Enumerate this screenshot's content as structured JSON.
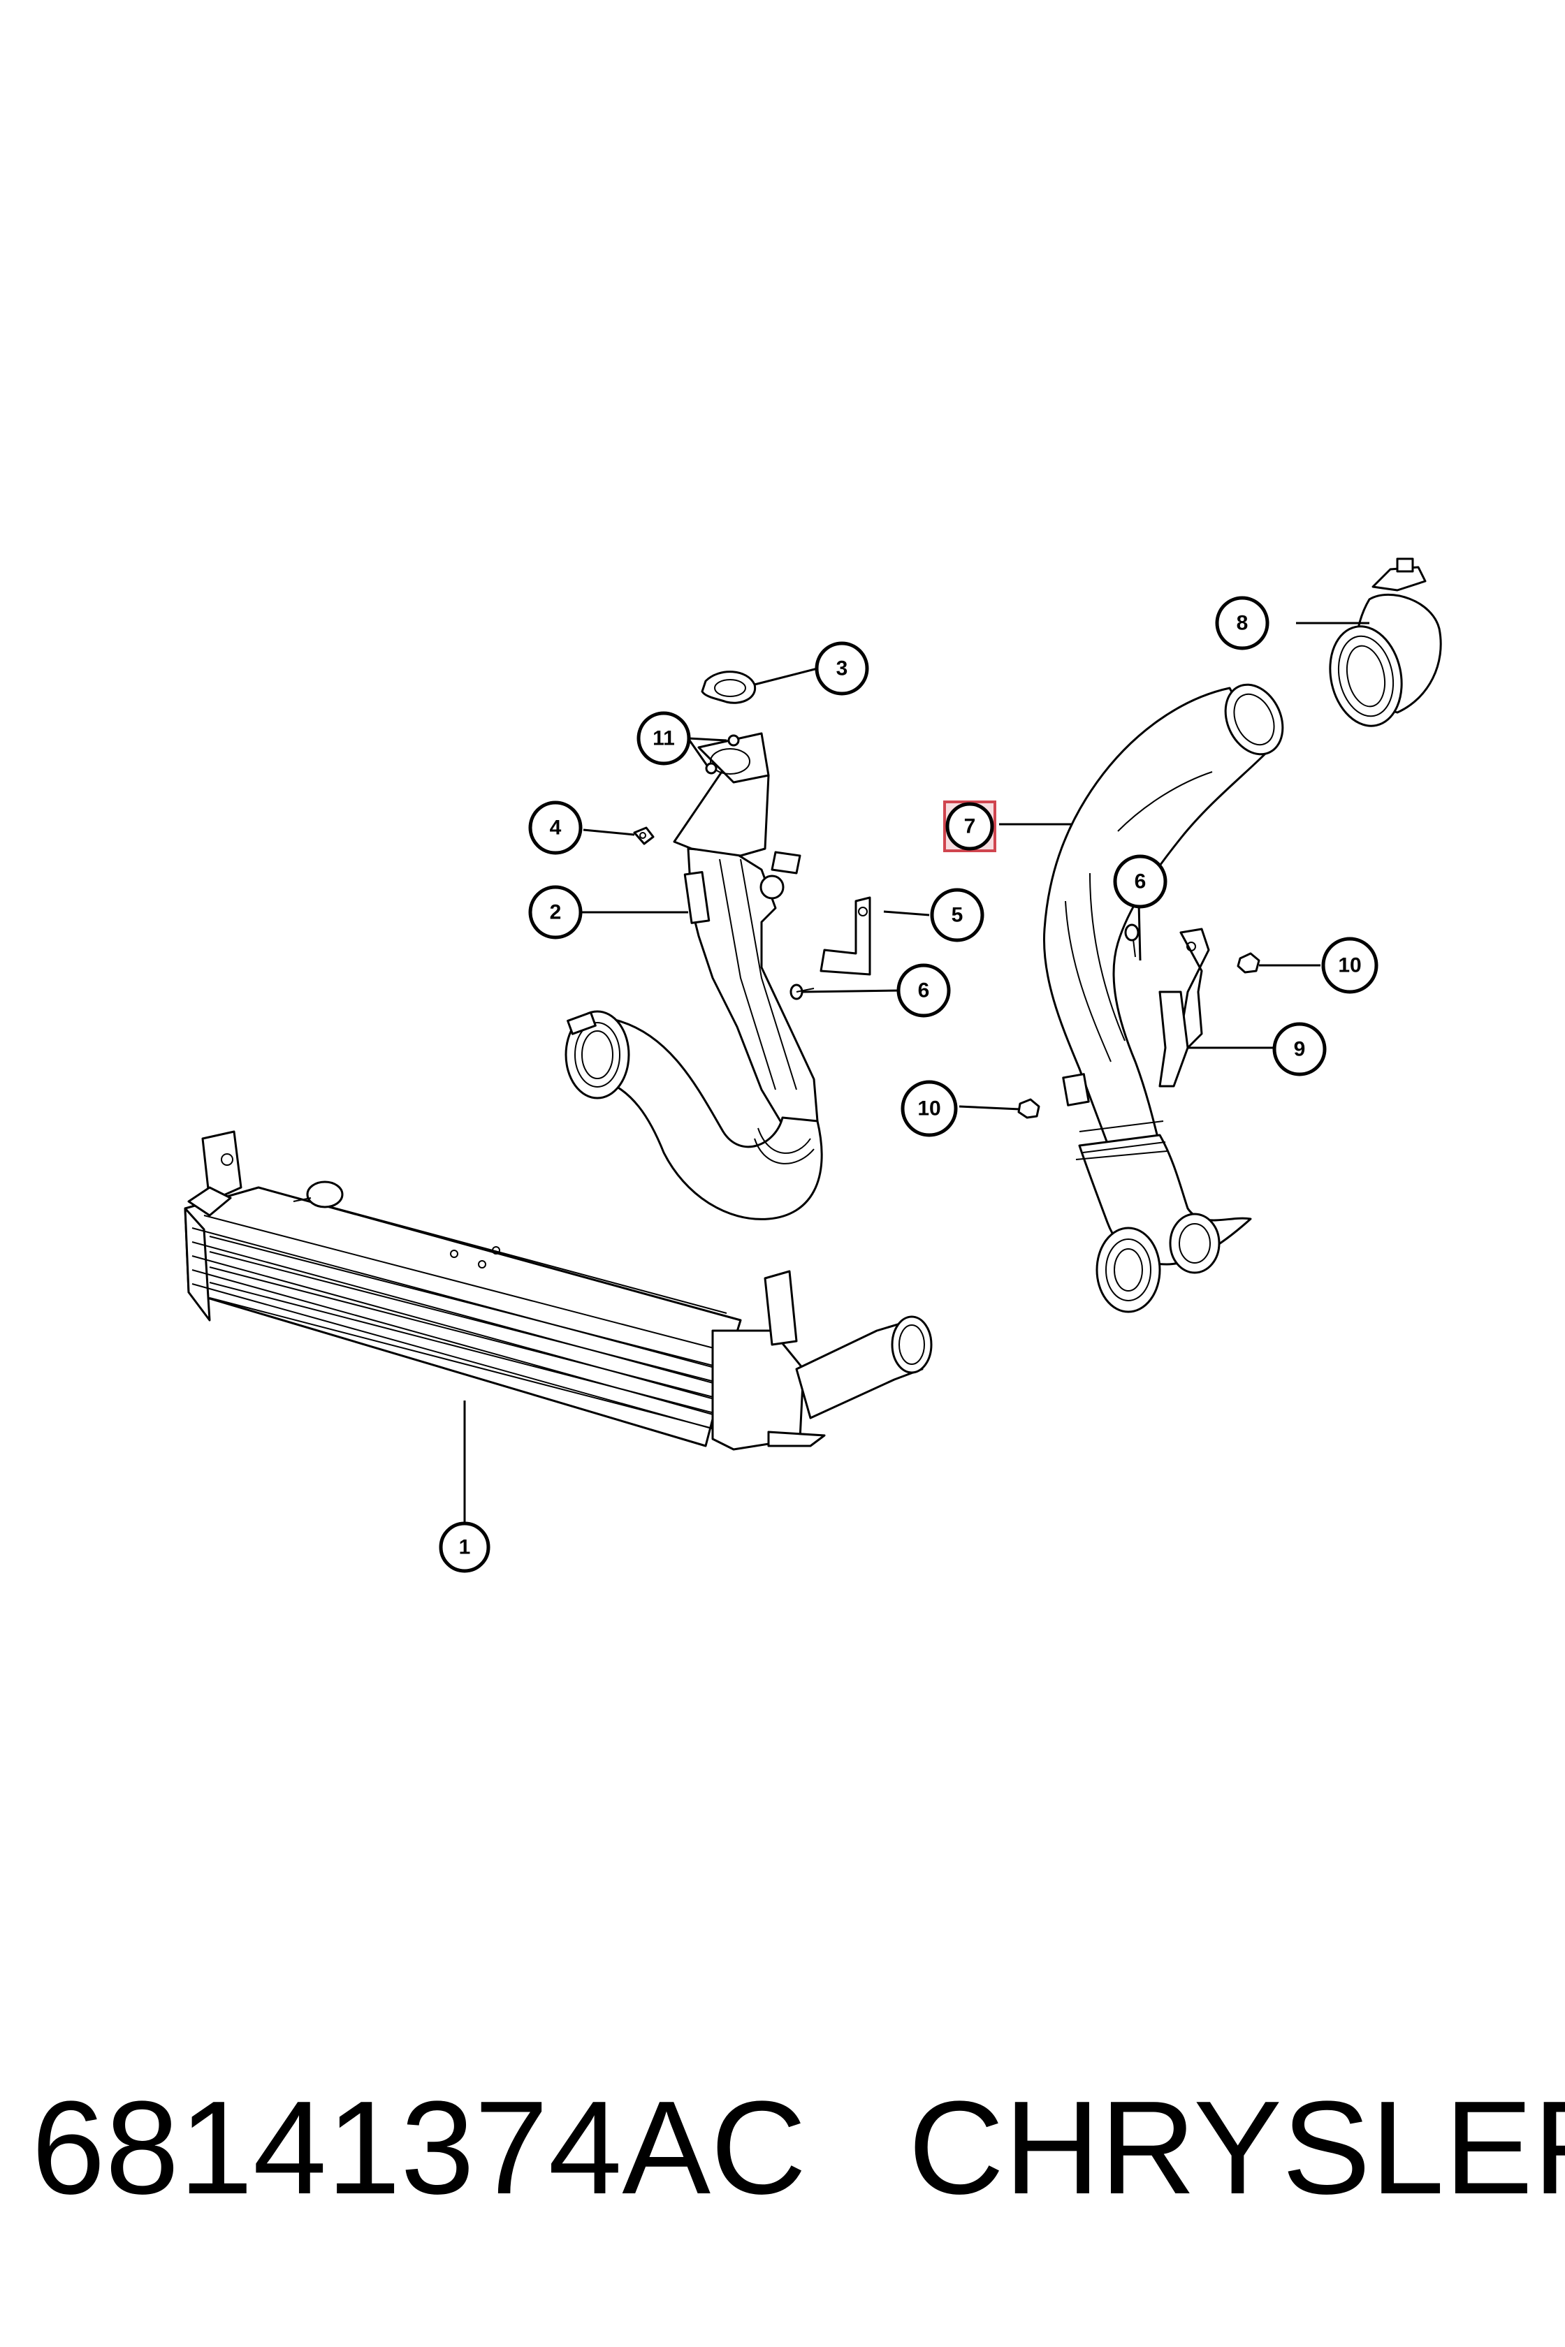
{
  "callouts": {
    "c1": "1",
    "c2": "2",
    "c3": "3",
    "c4": "4",
    "c5": "5",
    "c6a": "6",
    "c6b": "6",
    "c7": "7",
    "c8": "8",
    "c9": "9",
    "c10a": "10",
    "c10b": "10",
    "c11": "11"
  },
  "highlighted_callout": "7",
  "colors": {
    "line": "#000000",
    "background": "#ffffff",
    "highlight_fill": "#f7dde0",
    "highlight_stroke": "#d0454f"
  },
  "caption": {
    "part_number": "68141374AC",
    "brand": "CHRYSLER"
  }
}
